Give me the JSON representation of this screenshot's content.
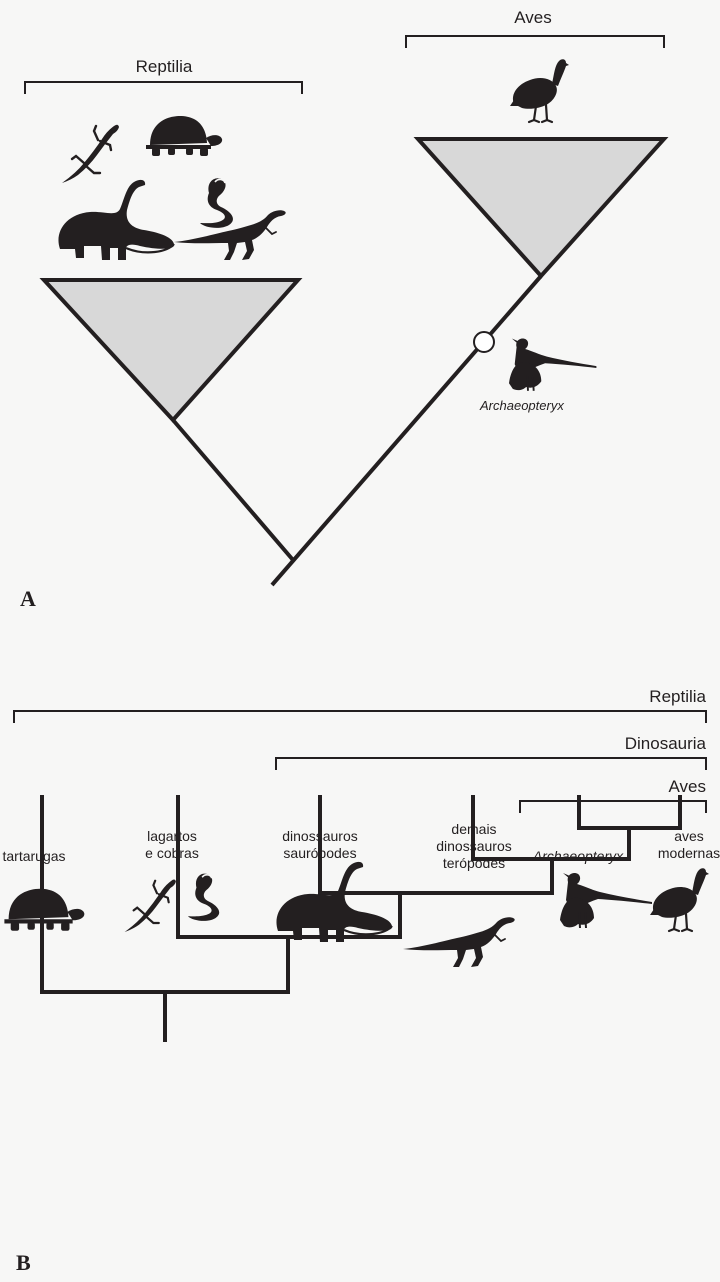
{
  "panel_a": {
    "letter": "A",
    "clade_reptilia": "Reptilia",
    "clade_aves": "Aves",
    "fossil_label": "Archaeopteryx",
    "silhouettes": [
      "lizard-icon",
      "tortoise-icon",
      "sauropod-icon",
      "snake-icon",
      "theropod-icon",
      "turkey-icon",
      "archaeopteryx-icon"
    ]
  },
  "panel_b": {
    "letter": "B",
    "clade_reptilia": "Reptilia",
    "clade_dinosauria": "Dinosauria",
    "clade_aves": "Aves",
    "taxa": {
      "turtles": "tartarugas",
      "lizards_line1": "lagartos",
      "lizards_line2": "e cobras",
      "sauropods_line1": "dinossauros",
      "sauropods_line2": "saurópodes",
      "theropods_line1": "demais",
      "theropods_line2": "dinossauros",
      "theropods_line3": "terópodes",
      "archaeopteryx": "Archaeopteryx",
      "birds_line1": "aves",
      "birds_line2": "modernas"
    },
    "silhouettes": [
      "tortoise-icon",
      "lizard-icon",
      "snake-icon",
      "sauropod-icon",
      "theropod-icon",
      "archaeopteryx-icon",
      "turkey-icon"
    ]
  },
  "colors": {
    "ink": "#231f20",
    "triangle_fill": "#d8d8d8",
    "background": "#f7f7f6"
  }
}
